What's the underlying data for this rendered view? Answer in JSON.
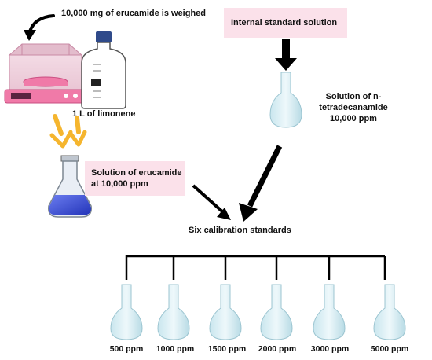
{
  "labels": {
    "weigh": "10,000 mg of erucamide is weighed",
    "limonene": "1 L of limonene",
    "internal_standard": "Internal standard solution",
    "tetradecanamide_line1": "Solution of n-tetradecanamide",
    "tetradecanamide_line2": "10,000 ppm",
    "erucamide_line1": "Solution of erucamide",
    "erucamide_line2": "at 10,000 ppm",
    "calibration": "Six calibration standards"
  },
  "standards": [
    "500 ppm",
    "1000 ppm",
    "1500 ppm",
    "2000 ppm",
    "3000 ppm",
    "5000 ppm"
  ],
  "colors": {
    "box_fill": "#fbe1ea",
    "arrow_dark": "#000000",
    "arrow_orange": "#f5b52e",
    "balance_pink": "#f07aa8",
    "flask_blue": "#3b4bd0"
  }
}
